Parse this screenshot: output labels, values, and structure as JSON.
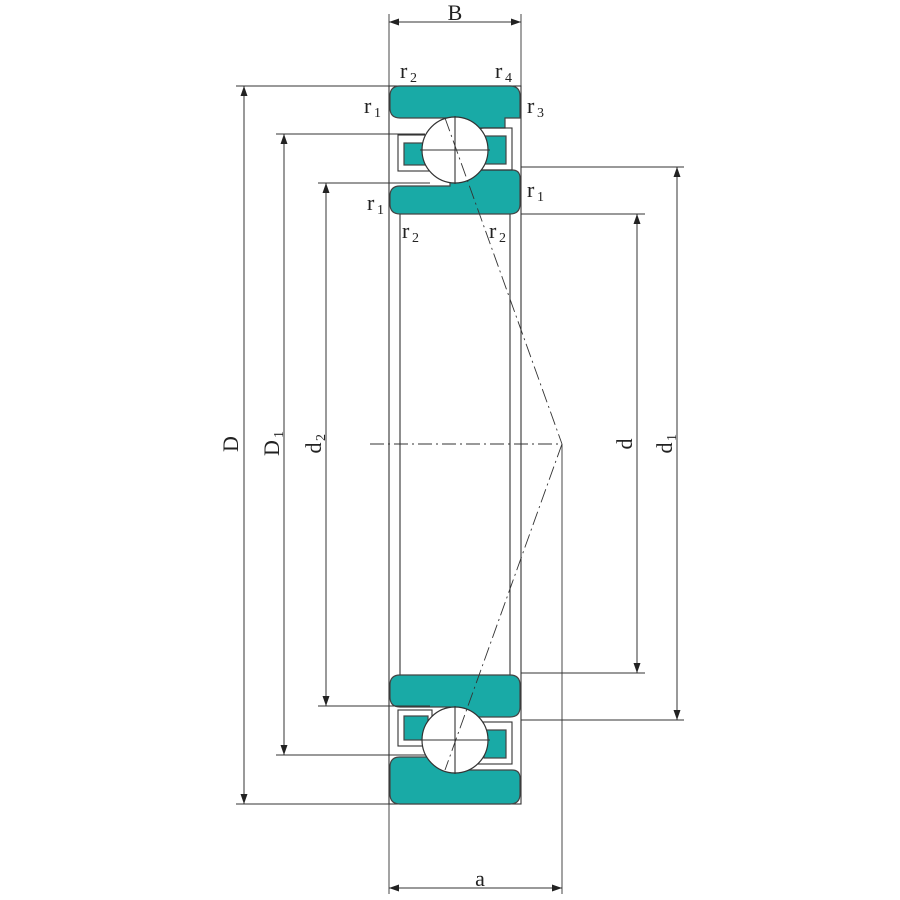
{
  "colors": {
    "ring_fill": "#19aaa6",
    "line": "#333333",
    "background": "#ffffff"
  },
  "labels": {
    "B": "B",
    "a": "a",
    "D": "D",
    "D1": "D",
    "D1_sub": "1",
    "d2": "d",
    "d2_sub": "2",
    "d": "d",
    "d1": "d",
    "d1_sub": "1",
    "r_main": "r",
    "r1_sub": "1",
    "r2_sub": "2",
    "r3_sub": "3",
    "r4_sub": "4"
  }
}
